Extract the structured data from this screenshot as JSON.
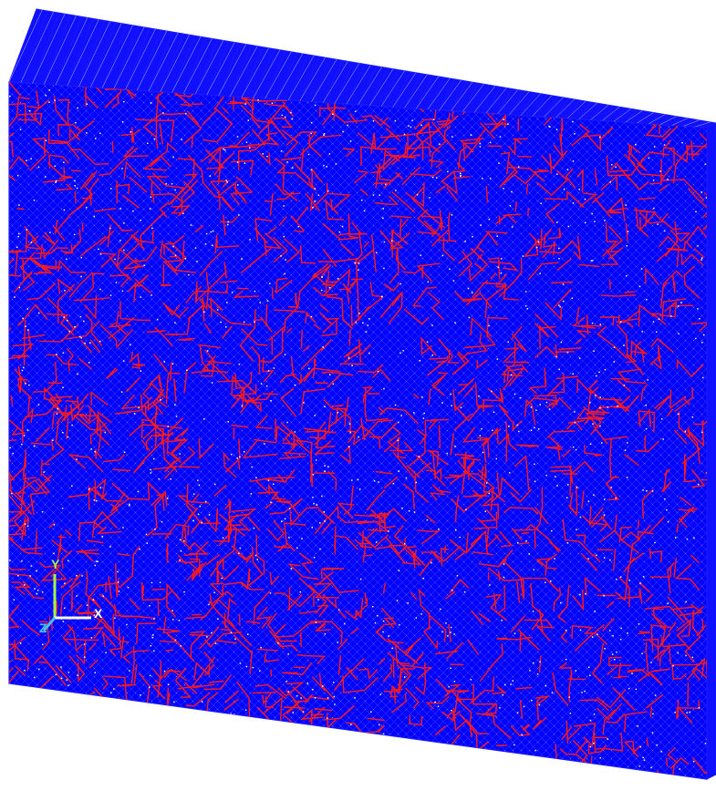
{
  "viewport": {
    "background": "#ffffff",
    "mesh_color": "#0000ff",
    "frame_color": "#1a1aff",
    "node_color": "#ffffff",
    "fiber_color": "#ff1a1a"
  },
  "triad": {
    "x_label": "X",
    "y_label": "Y",
    "z_label": "Z",
    "x_color": "#ffffff",
    "y_color": "#a0ff40",
    "z_color": "#40c0ff"
  }
}
